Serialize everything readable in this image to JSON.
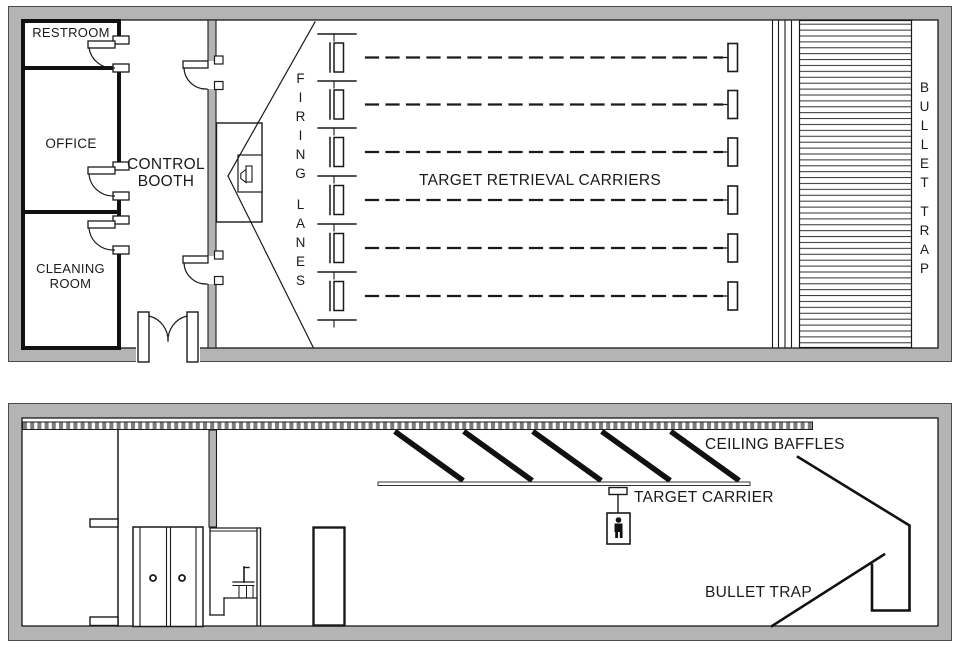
{
  "colors": {
    "wall_gray": "#b4b4b4",
    "line_black": "#1a1a1a",
    "background": "#ffffff"
  },
  "icons": {
    "target_figure": "person-silhouette",
    "control_monitor": "monitor-speaker-glyph"
  },
  "plan_view": {
    "room_restroom": "RESTROOM",
    "room_office": "OFFICE",
    "room_cleaning": "CLEANING ROOM",
    "control_booth": "CONTROL BOOTH",
    "firing_word": "FIRING",
    "lanes_word": "LANES",
    "target_retrieval": "TARGET RETRIEVAL CARRIERS",
    "bullet_word": "BULLET",
    "trap_word": "TRAP"
  },
  "section_view": {
    "ceiling_baffles": "CEILING BAFFLES",
    "target_carrier": "TARGET CARRIER",
    "bullet_trap": "BULLET TRAP"
  }
}
